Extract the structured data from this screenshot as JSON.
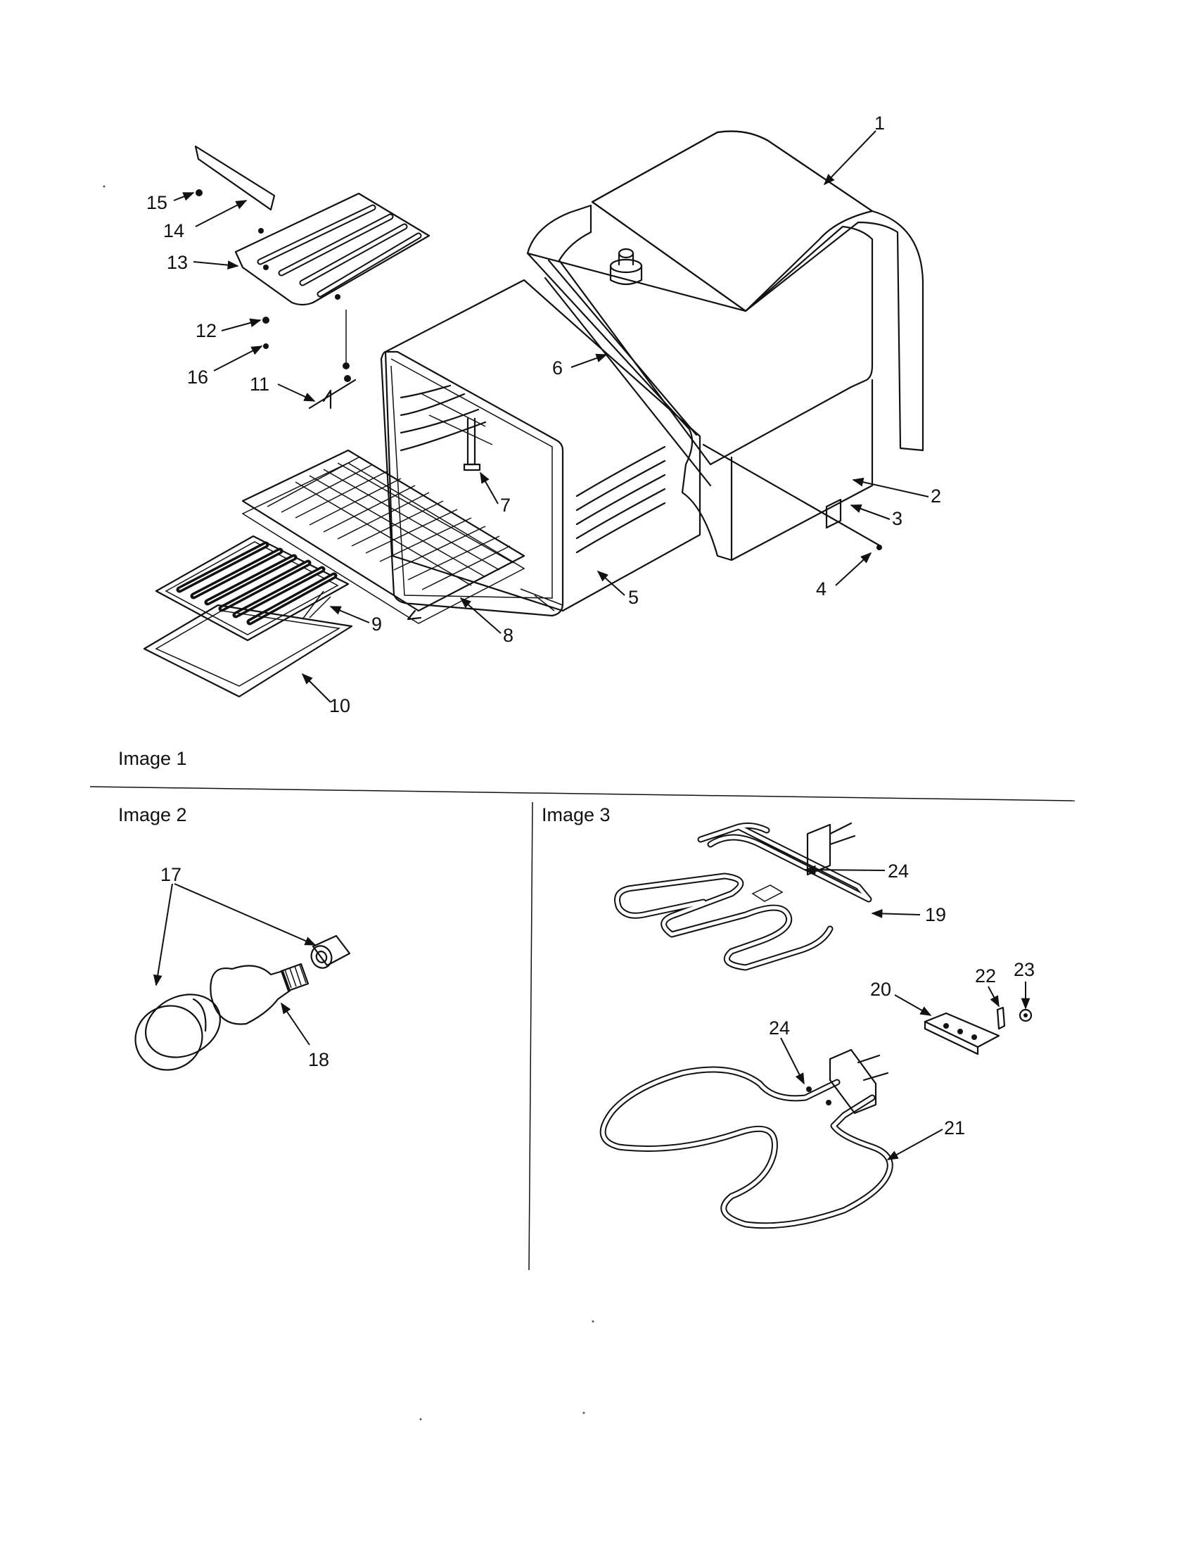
{
  "sections": [
    {
      "title": "Image 1"
    },
    {
      "title": "Image 2"
    },
    {
      "title": "Image 3"
    }
  ],
  "callouts": [
    "1",
    "2",
    "3",
    "4",
    "5",
    "6",
    "7",
    "8",
    "9",
    "10",
    "11",
    "12",
    "13",
    "14",
    "15",
    "16",
    "17",
    "18",
    "19",
    "20",
    "21",
    "22",
    "23",
    "24",
    "24"
  ]
}
